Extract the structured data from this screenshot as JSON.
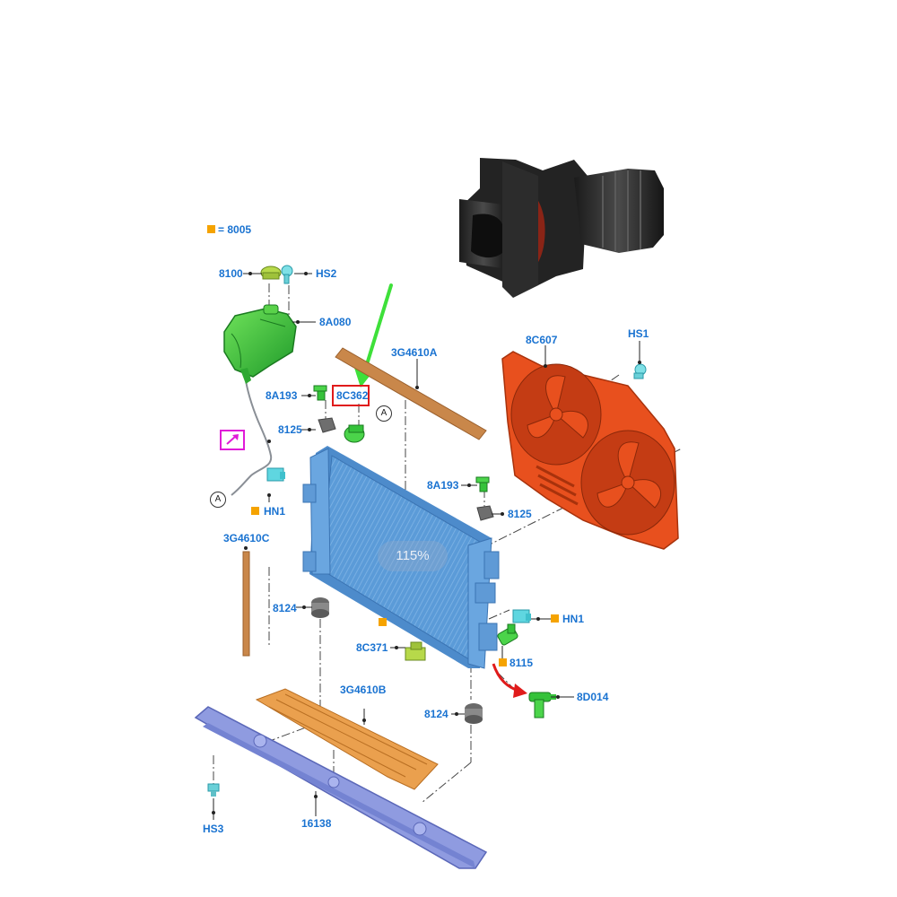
{
  "legend": {
    "value": "= 8005",
    "color": "#f5a300"
  },
  "labels": {
    "l8100": "8100",
    "lHS2": "HS2",
    "l8A080": "8A080",
    "l3G4610A": "3G4610A",
    "l8C607": "8C607",
    "lHS1": "HS1",
    "l8A193_top": "8A193",
    "l8C362": "8C362",
    "l8125_left": "8125",
    "lHN1_left": "HN1",
    "l8A193_right": "8A193",
    "l8125_right": "8125",
    "l3G4610C": "3G4610C",
    "l8124_mid": "8124",
    "lHN1_right": "HN1",
    "l8C371": "8C371",
    "l8115": "8115",
    "l8D014": "8D014",
    "l3G4610B": "3G4610B",
    "l8124_bottom": "8124",
    "lHS3": "HS3",
    "l16138": "16138"
  },
  "callout_a": "A",
  "zoom": "115%",
  "colors": {
    "label_blue": "#1a73d1",
    "radiator": "#5b9bd8",
    "fan_shroud": "#e8501e",
    "reservoir": "#35c23a",
    "foam": "#d49047",
    "support": "#8f9be0",
    "highlight_red": "#e01b1b",
    "highlight_pink": "#e01bd8",
    "pointer_green": "#3ee03a"
  }
}
